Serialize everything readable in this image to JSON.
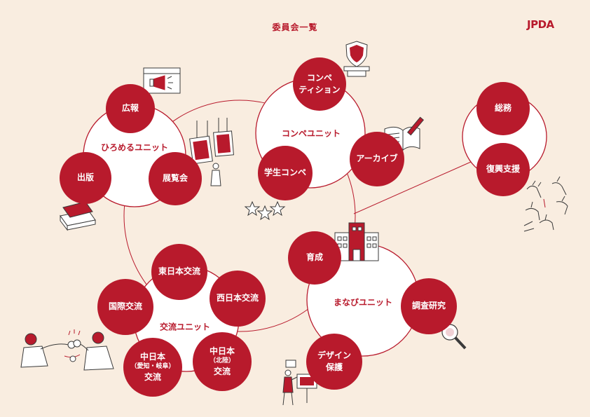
{
  "page": {
    "title": "委員会一覧",
    "logo": "JPDA"
  },
  "colors": {
    "accent": "#b81a2c",
    "background": "#f9ede0"
  },
  "units": {
    "hiromeru": {
      "label": "ひろめるユニット",
      "items": {
        "pr": "広報",
        "publishing": "出版",
        "exhibition": "展覧会"
      }
    },
    "compe": {
      "label": "コンペユニット",
      "items": {
        "competition_line1": "コンペ",
        "competition_line2": "ティション",
        "student": "学生コンペ",
        "archive": "アーカイブ"
      }
    },
    "general": {
      "items": {
        "affairs": "総務",
        "recovery": "復興支援"
      }
    },
    "manabi": {
      "label": "まなびユニット",
      "items": {
        "training": "育成",
        "research": "調査研究",
        "design_line1": "デザイン",
        "design_line2": "保護"
      }
    },
    "koryu": {
      "label": "交流ユニット",
      "items": {
        "east": "東日本交流",
        "west": "西日本交流",
        "intl": "国際交流",
        "chubu_a_line1": "中日本",
        "chubu_a_line2": "（愛知・岐阜）",
        "chubu_a_line3": "交流",
        "chubu_b_line1": "中日本",
        "chubu_b_line2": "（北陸）",
        "chubu_b_line3": "交流"
      }
    }
  },
  "icons": [
    "megaphone-icon",
    "trophy-icon",
    "book-pen-icon",
    "books-icon",
    "stars-icon",
    "school-building-icon",
    "magnifier-icon",
    "teacher-icon",
    "hands-icon",
    "fist-bump-people-icon",
    "sign-boards-icon"
  ]
}
